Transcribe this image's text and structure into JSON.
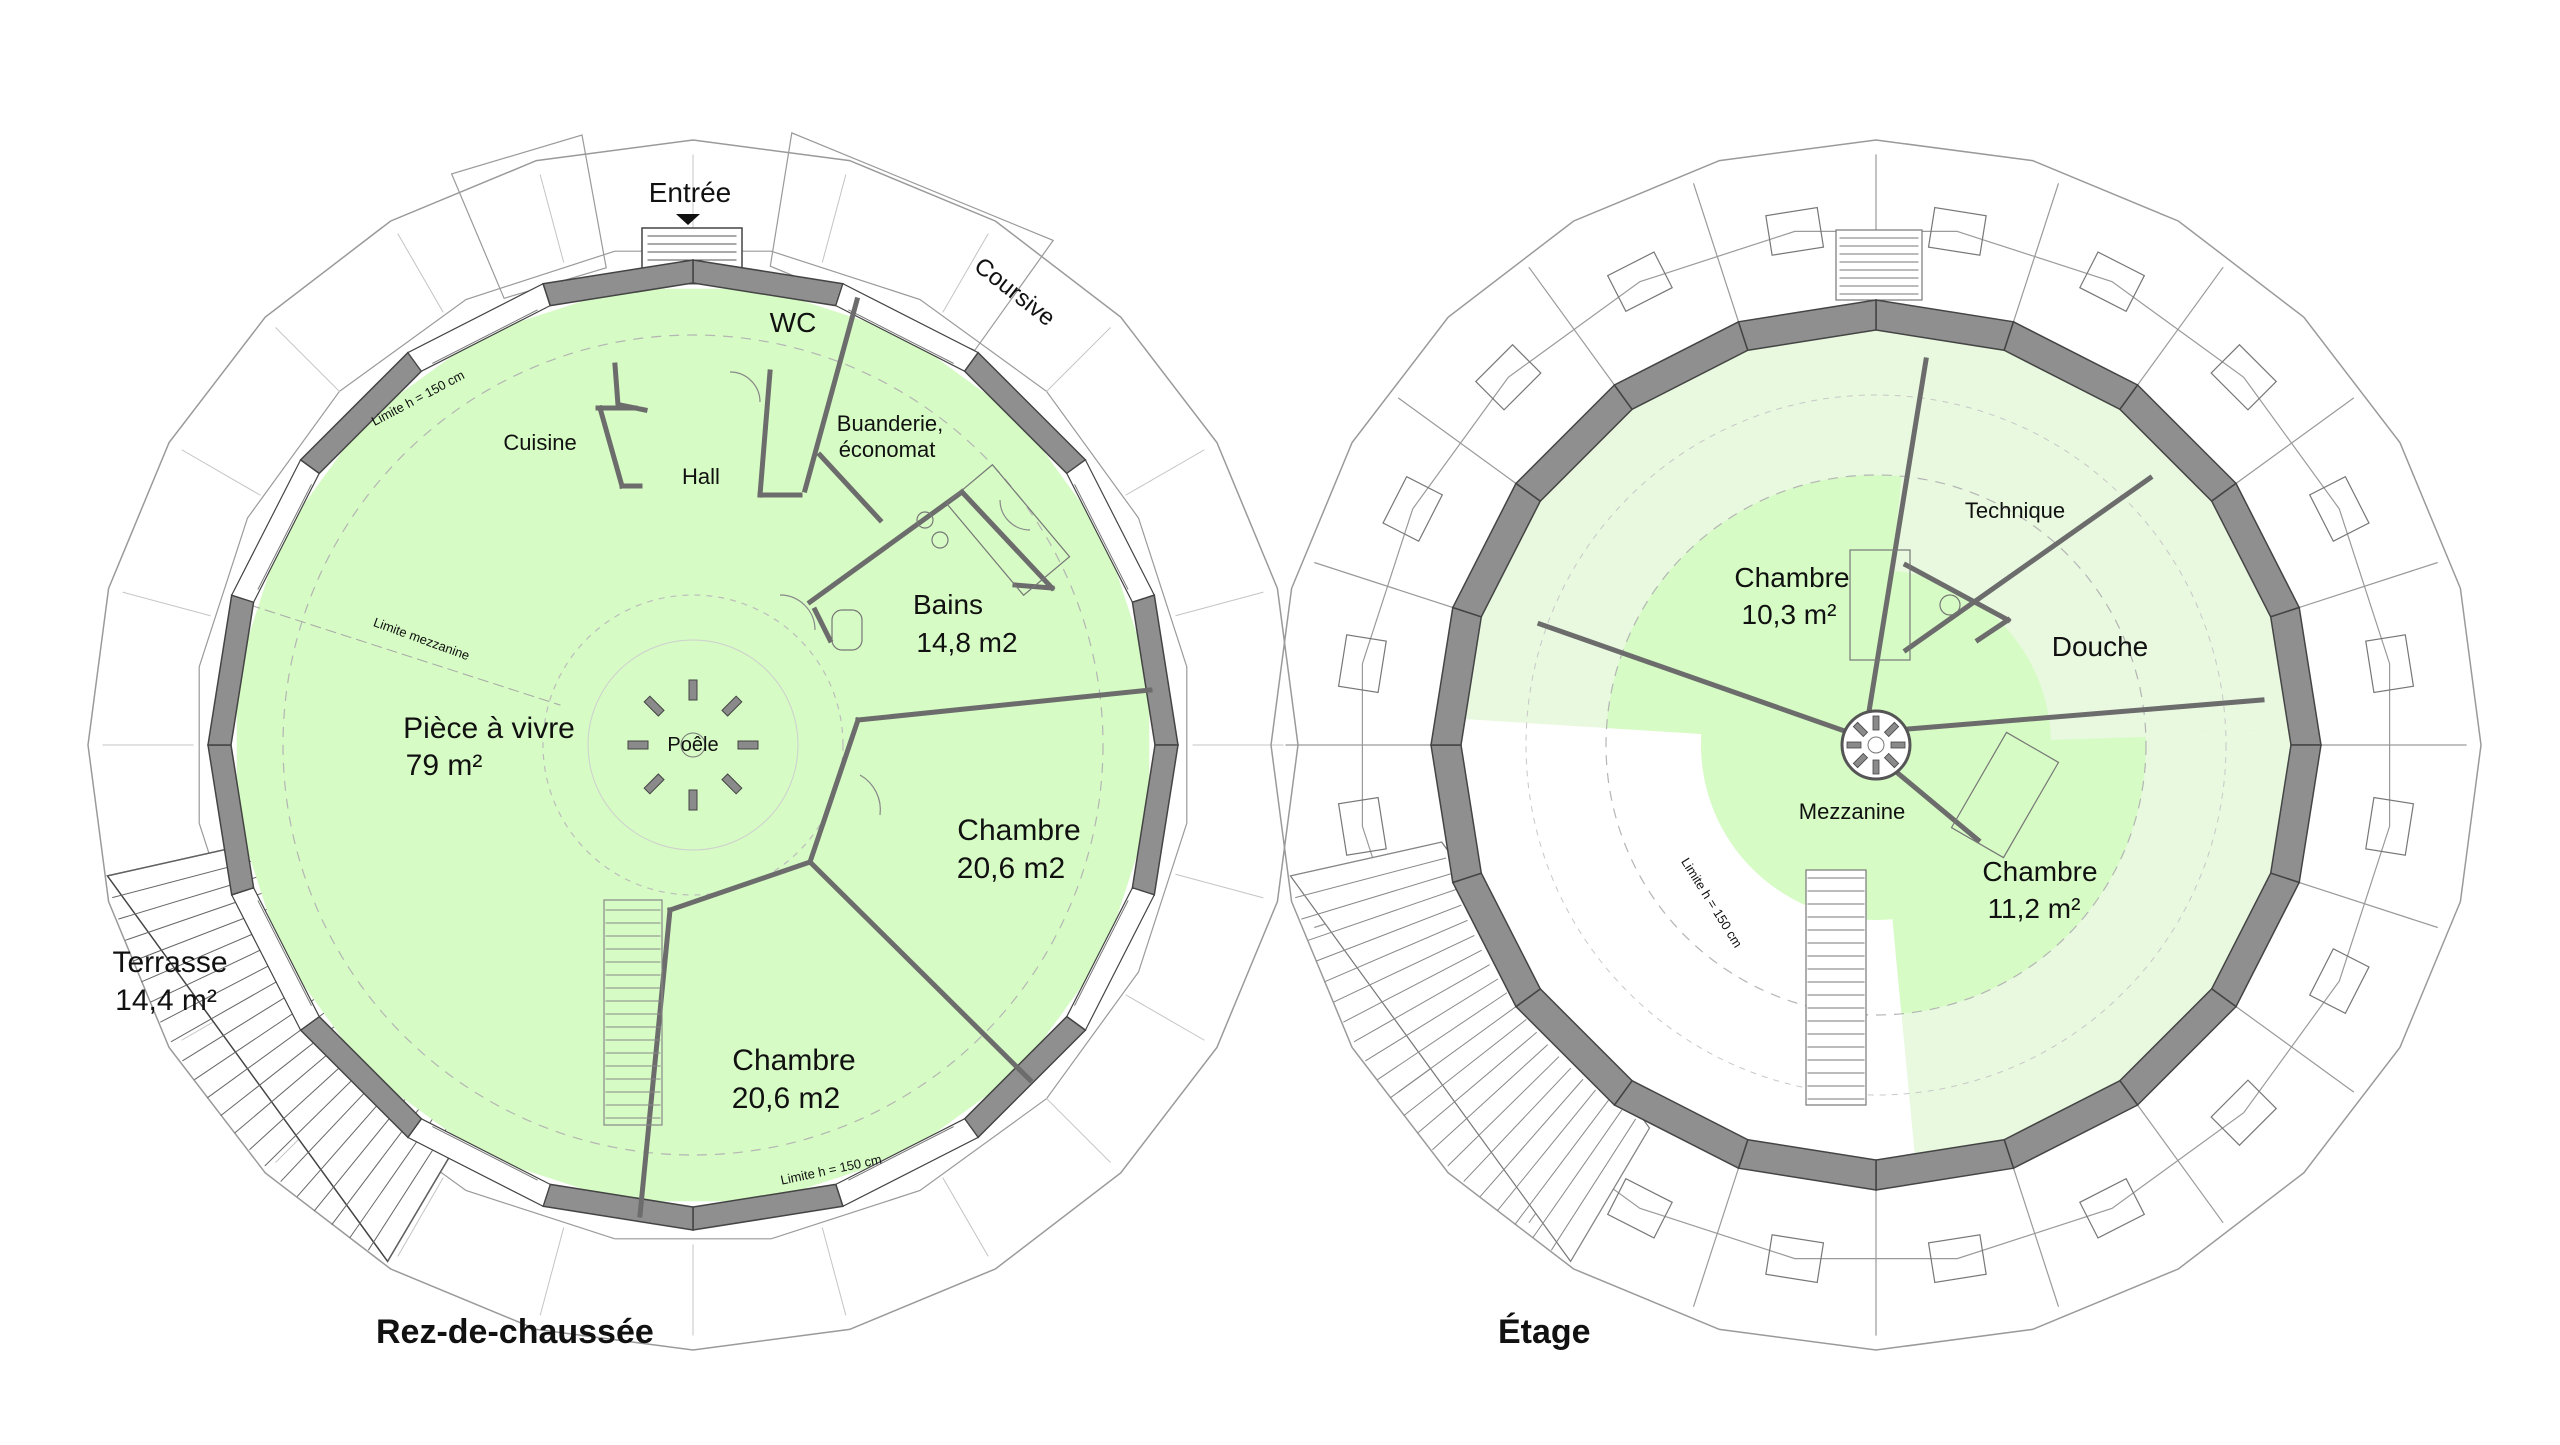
{
  "colors": {
    "background": "#ffffff",
    "room_fill": "#d6fbc4",
    "room_fill_light": "#e8f9df",
    "wall": "#8f8f8f",
    "wall_stroke": "#444444",
    "line": "#9a9a9a",
    "dashed": "#b5b5b5",
    "text": "#111111"
  },
  "ground_floor": {
    "title": "Rez-de-chaussée",
    "labels": {
      "entree": "Entrée",
      "coursive": "Coursive",
      "wc": "WC",
      "cuisine": "Cuisine",
      "hall": "Hall",
      "buanderie_1": "Buanderie,",
      "buanderie_2": "économat",
      "bains_name": "Bains",
      "bains_area": "14,8 m2",
      "piece_name": "Pièce à vivre",
      "piece_area": "79 m²",
      "poele": "Poêle",
      "chambre_a_name": "Chambre",
      "chambre_a_area": "20,6 m2",
      "chambre_b_name": "Chambre",
      "chambre_b_area": "20,6 m2",
      "terrasse_name": "Terrasse",
      "terrasse_area": "14,4 m²",
      "limite_h_top": "Limite h = 150 cm",
      "limite_h_bottom": "Limite h = 150 cm",
      "limite_mezzanine": "Limite mezzanine"
    }
  },
  "upper_floor": {
    "title": "Étage",
    "labels": {
      "chambre_a_name": "Chambre",
      "chambre_a_area": "10,3 m²",
      "technique": "Technique",
      "douche": "Douche",
      "mezzanine": "Mezzanine",
      "chambre_b_name": "Chambre",
      "chambre_b_area": "11,2 m²",
      "limite_h": "Limite h = 150 cm"
    }
  }
}
